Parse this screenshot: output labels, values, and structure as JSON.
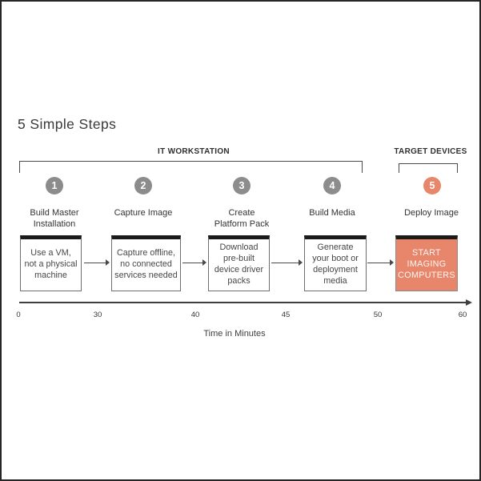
{
  "colors": {
    "accent": "#E8866B",
    "step_gray": "#8C8C8C",
    "line": "#4a4a4a",
    "box_bar": "#1b1b1b",
    "text": "#333333"
  },
  "title": "5 Simple Steps",
  "group_brackets": {
    "it_workstation": "IT WORKSTATION",
    "target_devices": "TARGET DEVICES"
  },
  "steps": [
    {
      "number": "1",
      "label": "Build Master\nInstallation",
      "note": "Use a VM,\nnot a physical\nmachine"
    },
    {
      "number": "2",
      "label": "Capture Image",
      "note": "Capture offline,\nno connected\nservices needed"
    },
    {
      "number": "3",
      "label": "Create\nPlatform Pack",
      "note": "Download\npre-built\ndevice driver\npacks"
    },
    {
      "number": "4",
      "label": "Build Media",
      "note": "Generate\nyour boot or\ndeployment\nmedia"
    },
    {
      "number": "5",
      "label": "Deploy Image",
      "note": "START\nIMAGING\nCOMPUTERS"
    }
  ],
  "timeline": {
    "ticks": [
      "0",
      "30",
      "40",
      "45",
      "50",
      "60"
    ],
    "axis_label": "Time in Minutes"
  }
}
